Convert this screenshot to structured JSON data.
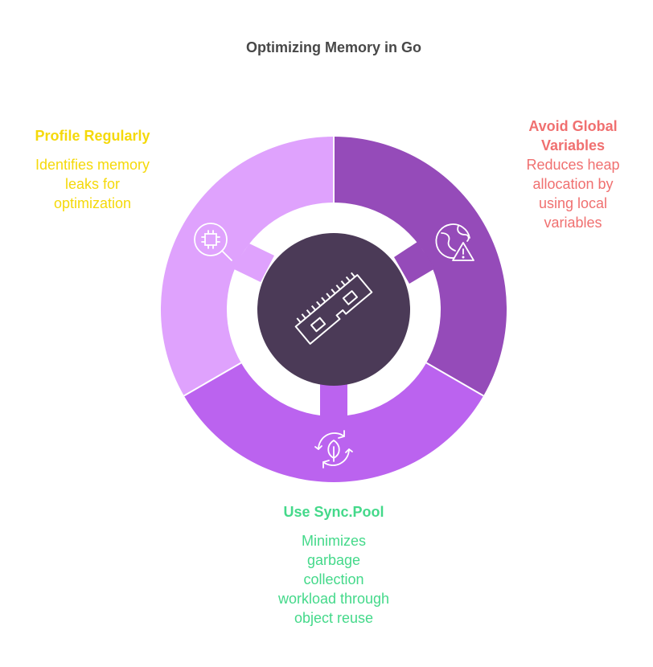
{
  "title": "Optimizing Memory in Go",
  "colors": {
    "profile_segment": "#dfa2fd",
    "global_segment": "#954bb9",
    "sync_segment": "#bb63ef",
    "center_circle": "#4b3a57",
    "profile_text": "#f5d90a",
    "global_text": "#f07070",
    "sync_text": "#44d98a"
  },
  "segments": [
    {
      "id": "profile",
      "heading": "Profile Regularly",
      "description": "Identifies memory\nleaks for\noptimization",
      "icon": "chip-search-icon"
    },
    {
      "id": "global",
      "heading": "Avoid Global\nVariables",
      "description": "Reduces heap\nallocation by\nusing local\nvariables",
      "icon": "globe-warning-icon"
    },
    {
      "id": "sync",
      "heading": "Use Sync.Pool",
      "description": "Minimizes\ngarbage\ncollection\nworkload through\nobject reuse",
      "icon": "recycle-leaf-icon"
    }
  ],
  "center": {
    "icon": "memory-stick-icon"
  }
}
